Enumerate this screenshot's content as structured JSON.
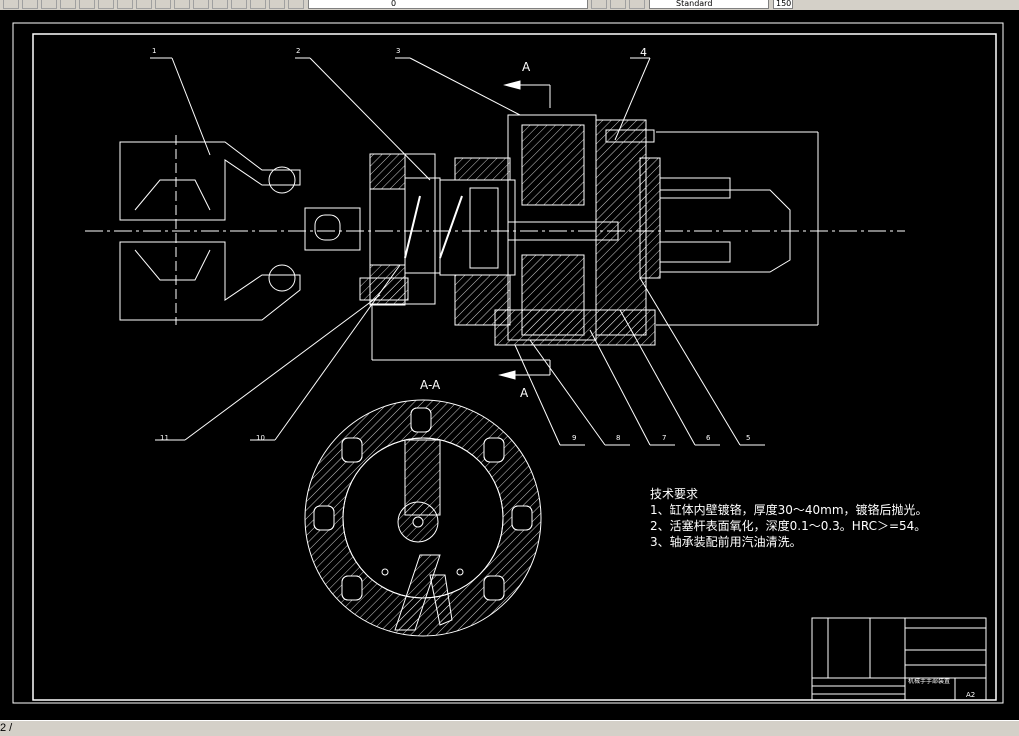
{
  "toolbar": {
    "layer_value": "0",
    "style_value": "Standard",
    "right_value": "150"
  },
  "drawing": {
    "section_label": "A-A",
    "view_label_top": "A",
    "view_label_bottom": "A",
    "part_numbers": [
      "1",
      "2",
      "3",
      "4",
      "5",
      "6",
      "7",
      "8",
      "9",
      "10",
      "11"
    ],
    "tech_req_title": "技术要求",
    "tech_req_1": "1、缸体内壁镀铬，厚度30～40mm，镀铬后抛光。",
    "tech_req_2": "2、活塞杆表面氧化，深度0.1～0.3。HRC＞=54。",
    "tech_req_3": "3、轴承装配前用汽油清洗。",
    "title_block_name": "机械手手部装置",
    "sheet_size": "A2"
  },
  "status": {
    "command_line": "2 /"
  },
  "colors": {
    "background": "#000000",
    "lines": "#ffffff",
    "ui_gray": "#d4d0c8"
  }
}
